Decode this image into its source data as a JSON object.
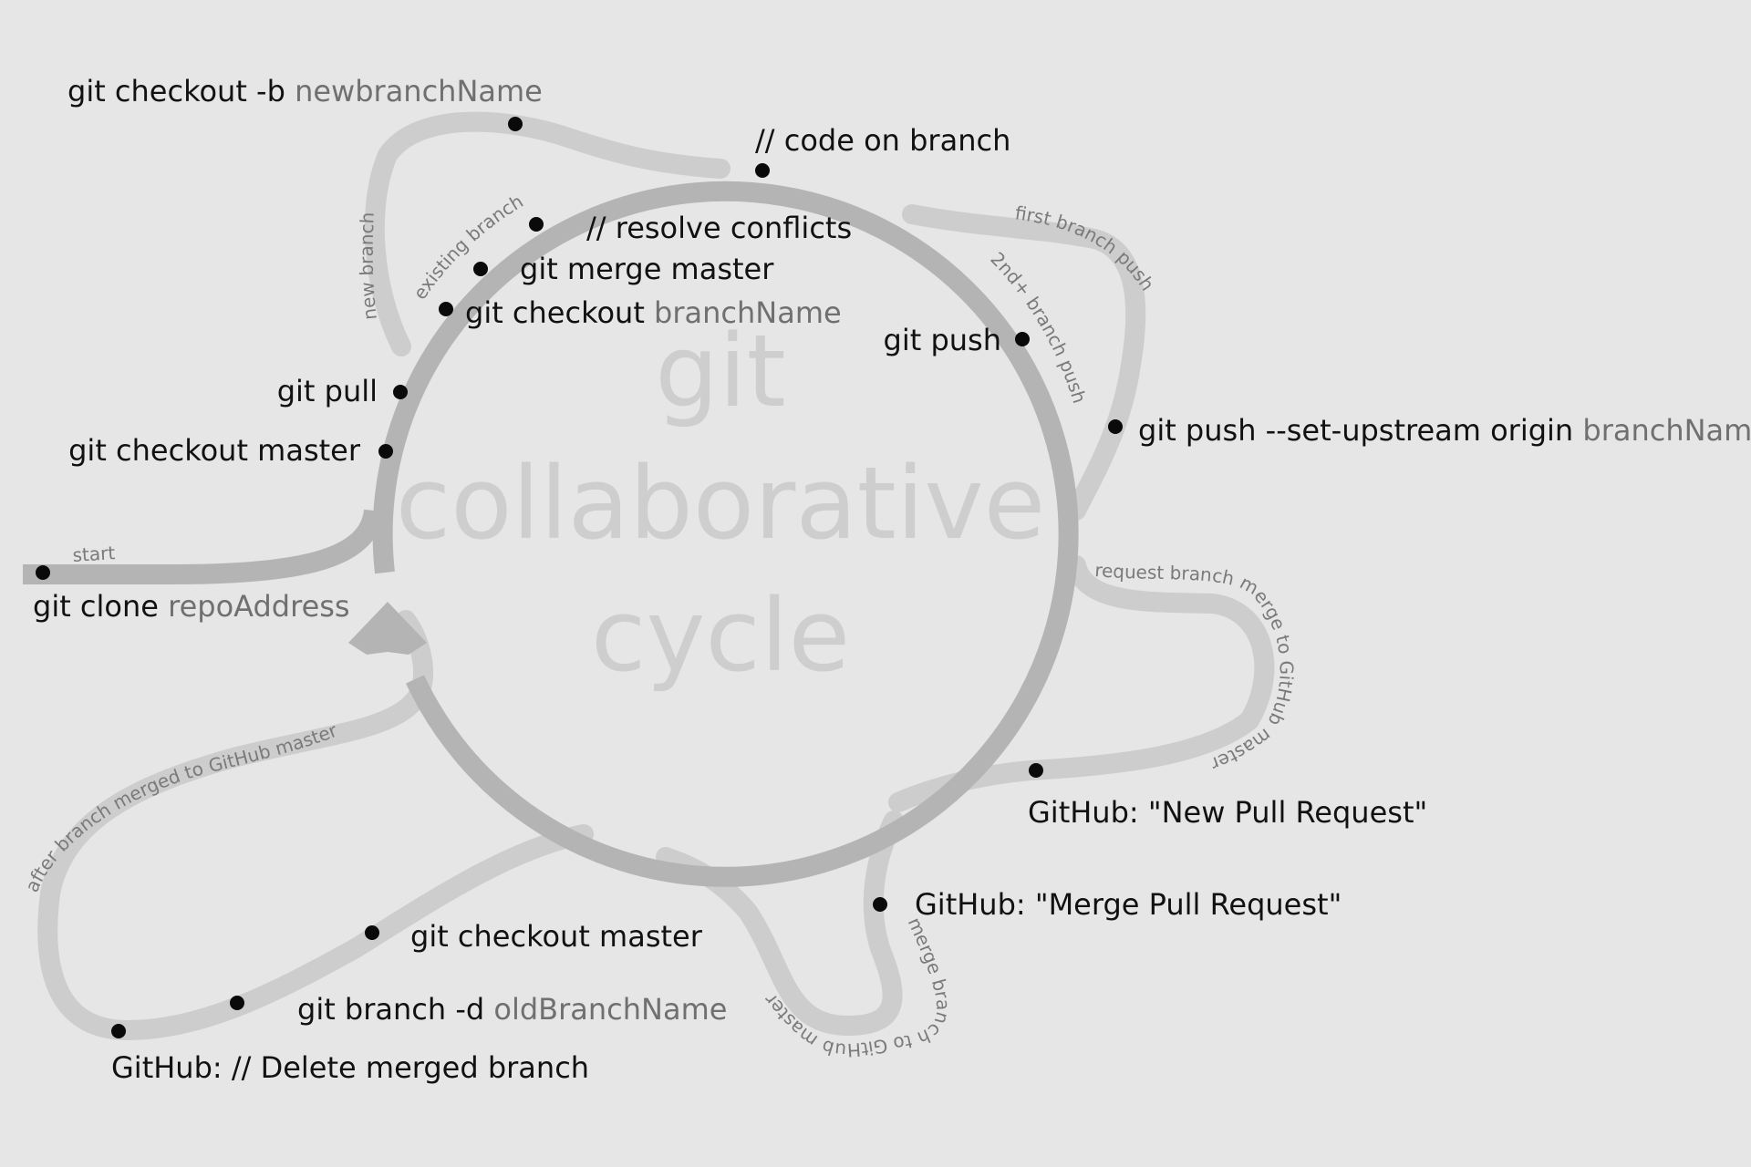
{
  "center_title": [
    "git",
    "collaborative",
    "cycle"
  ],
  "path_labels": {
    "start": "start",
    "new_branch": "new branch",
    "existing_branch": "existing branch",
    "first_branch_push": "first branch push",
    "second_branch_push": "2nd+ branch push",
    "request_merge": "request branch merge to GitHub master",
    "merge_branch": "merge branch to GitHub master",
    "after_merge": "after branch merged to GitHub master"
  },
  "commands": {
    "git_clone": {
      "cmd": "git clone ",
      "param": "repoAddress"
    },
    "checkout_master_top": {
      "cmd": "git checkout master",
      "param": ""
    },
    "git_pull": {
      "cmd": "git pull",
      "param": ""
    },
    "checkout_new_branch": {
      "cmd": "git checkout -b ",
      "param": "newbranchName"
    },
    "checkout_branch": {
      "cmd": "git checkout ",
      "param": "branchName"
    },
    "merge_master": {
      "cmd": "git merge master",
      "param": ""
    },
    "resolve_conflicts": {
      "cmd": "// resolve conflicts",
      "param": ""
    },
    "code_on_branch": {
      "cmd": "// code on branch",
      "param": ""
    },
    "git_push": {
      "cmd": "git push",
      "param": ""
    },
    "push_set_upstream": {
      "cmd": "git push --set-upstream origin ",
      "param": "branchName"
    },
    "new_pull_request": {
      "cmd": "GitHub: \"New Pull Request\"",
      "param": ""
    },
    "merge_pull_request": {
      "cmd": "GitHub: \"Merge Pull Request\"",
      "param": ""
    },
    "checkout_master_bottom": {
      "cmd": "git checkout master",
      "param": ""
    },
    "branch_delete": {
      "cmd": "git branch -d ",
      "param": "oldBranchName"
    },
    "delete_merged_branch": {
      "cmd": "GitHub: // Delete merged branch",
      "param": ""
    }
  },
  "colors": {
    "background": "#e6e6e6",
    "main_cycle": "#b4b4b4",
    "side_loops": "#cdcdcd",
    "parameter_text": "#707070",
    "center_title": "#cecece"
  }
}
